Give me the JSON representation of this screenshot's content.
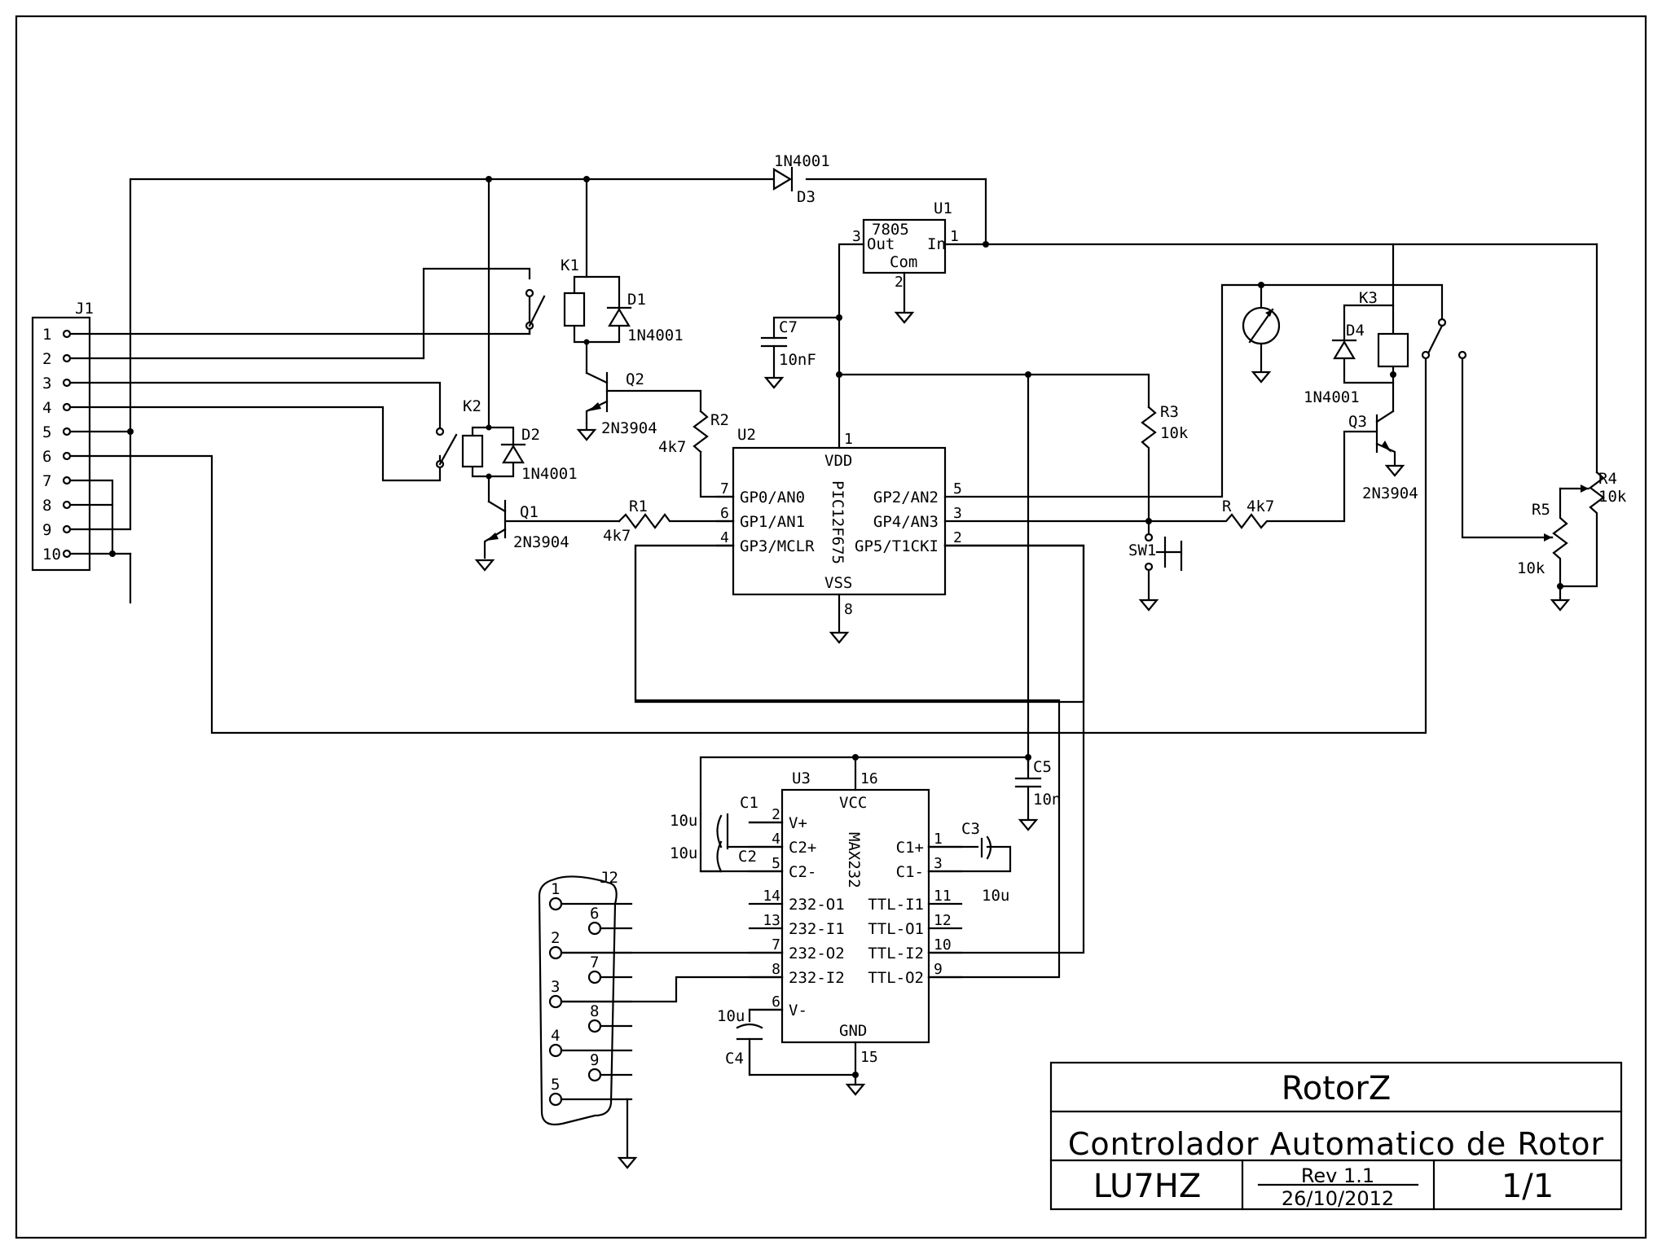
{
  "title_block": {
    "project": "RotorZ",
    "description": "Controlador Automatico de Rotor",
    "author": "LU7HZ",
    "revision": "Rev 1.1",
    "date": "26/10/2012",
    "sheet": "1/1"
  },
  "components": {
    "J1": {
      "ref": "J1",
      "pins": [
        "1",
        "2",
        "3",
        "4",
        "5",
        "6",
        "7",
        "8",
        "9",
        "10"
      ]
    },
    "J2": {
      "ref": "J2",
      "pins": [
        "1",
        "6",
        "2",
        "7",
        "3",
        "8",
        "4",
        "9",
        "5"
      ]
    },
    "D3": {
      "ref": "D3",
      "value": "1N4001"
    },
    "D1": {
      "ref": "D1",
      "value": "1N4001"
    },
    "D2": {
      "ref": "D2",
      "value": "1N4001"
    },
    "D4": {
      "ref": "D4",
      "value": "1N4001"
    },
    "K1": {
      "ref": "K1"
    },
    "K2": {
      "ref": "K2"
    },
    "K3": {
      "ref": "K3"
    },
    "Q1": {
      "ref": "Q1",
      "value": "2N3904"
    },
    "Q2": {
      "ref": "Q2",
      "value": "2N3904"
    },
    "Q3": {
      "ref": "Q3",
      "value": "2N3904"
    },
    "R1": {
      "ref": "R1",
      "value": "4k7"
    },
    "R2": {
      "ref": "R2",
      "value": "4k7"
    },
    "R3": {
      "ref": "R3",
      "value": "10k"
    },
    "R": {
      "ref": "R",
      "value": "4k7"
    },
    "R4": {
      "ref": "R4",
      "value": "10k"
    },
    "R5": {
      "ref": "R5",
      "value": "10k"
    },
    "C7": {
      "ref": "C7",
      "value": "10nF"
    },
    "C5": {
      "ref": "C5",
      "value": "10n"
    },
    "C1": {
      "ref": "C1",
      "value": "10u"
    },
    "C2": {
      "ref": "C2",
      "value": "10u"
    },
    "C3": {
      "ref": "C3",
      "value": "10u"
    },
    "C4": {
      "ref": "C4",
      "value": "10u"
    },
    "SW1": {
      "ref": "SW1"
    },
    "U1": {
      "ref": "U1",
      "part": "7805",
      "out": "Out",
      "in": "In",
      "com": "Com",
      "pin_out": "3",
      "pin_in": "1",
      "pin_com": "2"
    },
    "U2": {
      "ref": "U2",
      "part": "PIC12F675",
      "vdd": "VDD",
      "vss": "VSS",
      "pin_vdd": "1",
      "pin_vss": "8",
      "left": [
        {
          "pin": "7",
          "name": "GP0/AN0"
        },
        {
          "pin": "6",
          "name": "GP1/AN1"
        },
        {
          "pin": "4",
          "name": "GP3/MCLR"
        }
      ],
      "right": [
        {
          "pin": "5",
          "name": "GP2/AN2"
        },
        {
          "pin": "3",
          "name": "GP4/AN3"
        },
        {
          "pin": "2",
          "name": "GP5/T1CKI"
        }
      ]
    },
    "U3": {
      "ref": "U3",
      "part": "MAX232",
      "vcc": "VCC",
      "gnd": "GND",
      "pin_vcc": "16",
      "pin_gnd": "15",
      "left": [
        {
          "pin": "2",
          "name": "V+"
        },
        {
          "pin": "4",
          "name": "C2+"
        },
        {
          "pin": "5",
          "name": "C2-"
        },
        {
          "pin": "14",
          "name": "232-O1"
        },
        {
          "pin": "13",
          "name": "232-I1"
        },
        {
          "pin": "7",
          "name": "232-O2"
        },
        {
          "pin": "8",
          "name": "232-I2"
        },
        {
          "pin": "6",
          "name": "V-"
        }
      ],
      "right": [
        {
          "pin": "1",
          "name": "C1+"
        },
        {
          "pin": "3",
          "name": "C1-"
        },
        {
          "pin": "11",
          "name": "TTL-I1"
        },
        {
          "pin": "12",
          "name": "TTL-O1"
        },
        {
          "pin": "10",
          "name": "TTL-I2"
        },
        {
          "pin": "9",
          "name": "TTL-O2"
        }
      ]
    }
  }
}
